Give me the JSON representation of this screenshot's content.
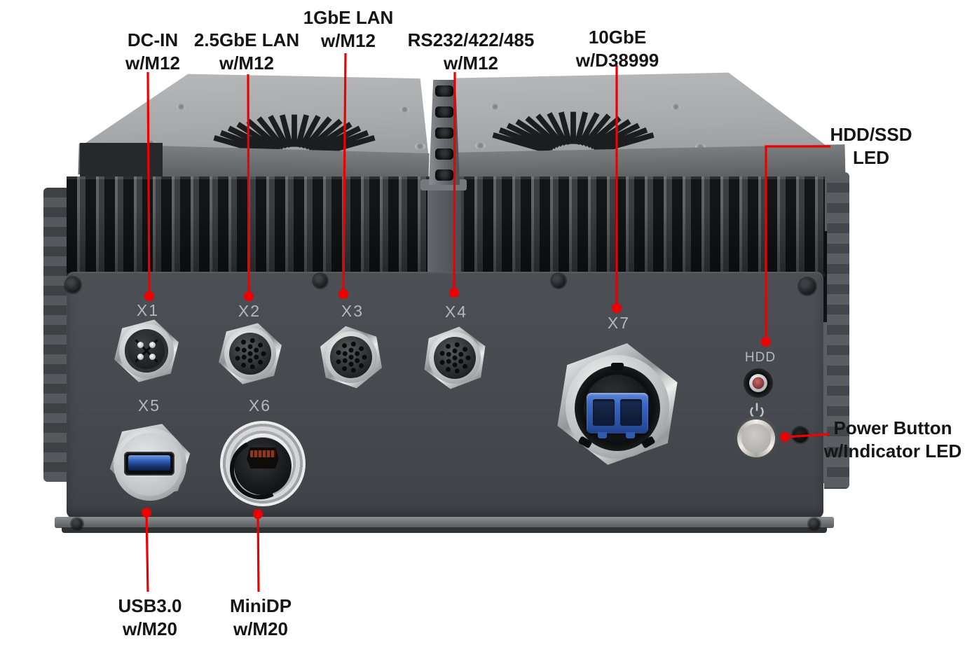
{
  "annotations": {
    "dc_in": {
      "line1": "DC-IN",
      "line2": "w/M12"
    },
    "lan_2_5gbe": {
      "line1": "2.5GbE LAN",
      "line2": "w/M12"
    },
    "lan_1gbe": {
      "line1": "1GbE LAN",
      "line2": "w/M12"
    },
    "rs232": {
      "line1": "RS232/422/485",
      "line2": "w/M12"
    },
    "ten_gbe": {
      "line1": "10GbE",
      "line2": "w/D38999"
    },
    "hdd_ssd_led": {
      "line1": "HDD/SSD",
      "line2": "LED"
    },
    "power_button": {
      "line1": "Power Button",
      "line2": "w/Indicator LED"
    },
    "usb3": {
      "line1": "USB3.0",
      "line2": "w/M20"
    },
    "minidp": {
      "line1": "MiniDP",
      "line2": "w/M20"
    }
  },
  "panel": {
    "ports": {
      "x1": "X1",
      "x2": "X2",
      "x3": "X3",
      "x4": "X4",
      "x5": "X5",
      "x6": "X6",
      "x7": "X7"
    },
    "hdd_label": "HDD"
  },
  "colors": {
    "leader_red": "#ee0000",
    "panel_gray": "#46494e",
    "chassis_light_gray": "#aaacae",
    "usb_blue": "#2d5db6",
    "lc_fiber_blue": "#3a68c4",
    "hdd_led_red": "#8e3e3f"
  }
}
